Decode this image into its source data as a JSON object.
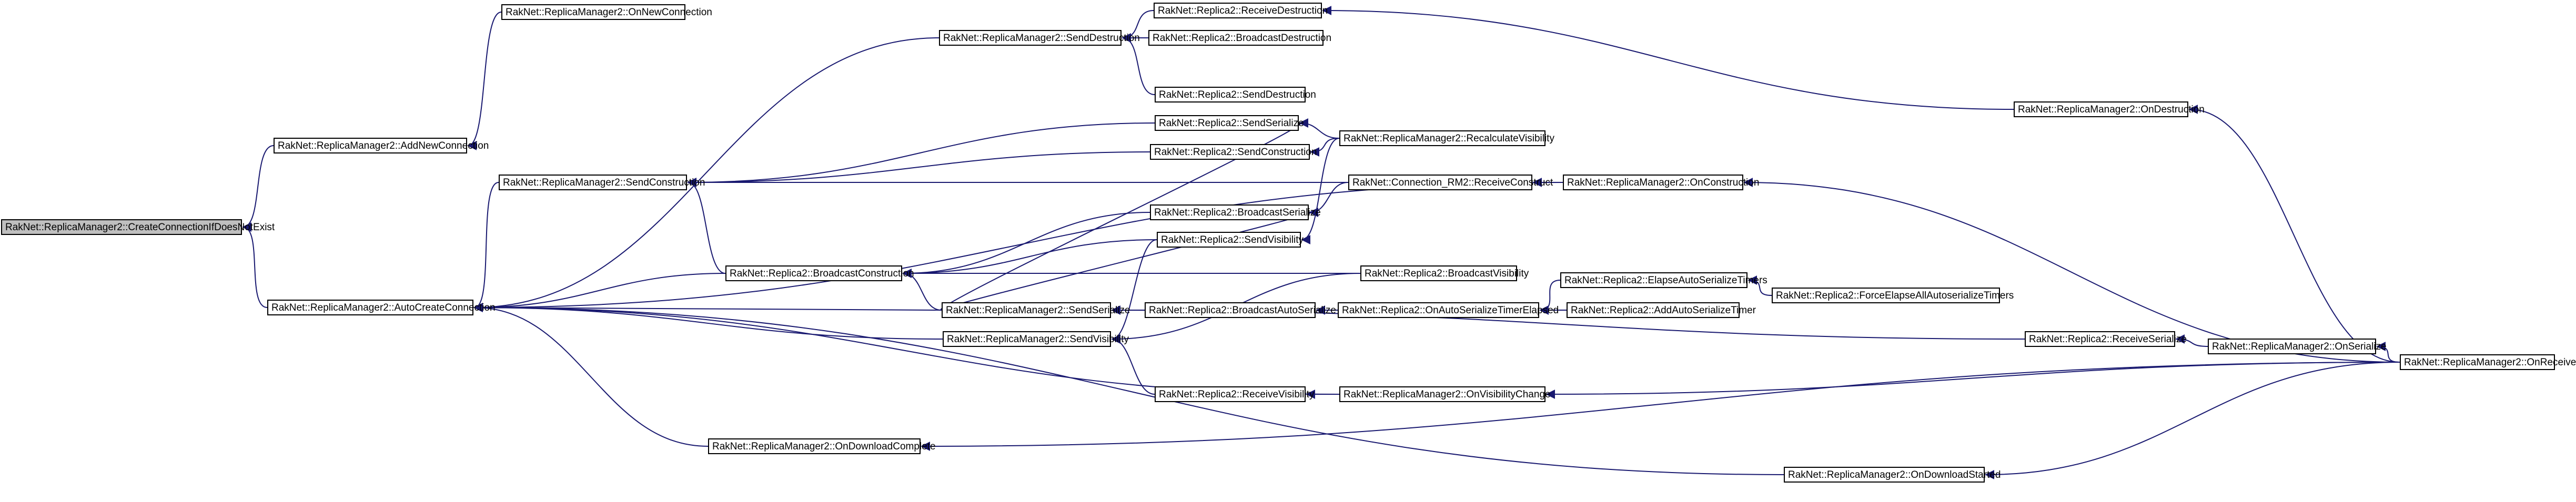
{
  "nodes": {
    "root": "RakNet::ReplicaManager2::CreateConnectionIfDoesNotExist",
    "on_new_connection": "RakNet::ReplicaManager2::OnNewConnection",
    "add_new_connection": "RakNet::ReplicaManager2::AddNewConnection",
    "auto_create_connection": "RakNet::ReplicaManager2::AutoCreateConnection",
    "send_destruction_rm2": "RakNet::ReplicaManager2::SendDestruction",
    "receive_destruction": "RakNet::Replica2::ReceiveDestruction",
    "broadcast_destruction": "RakNet::Replica2::BroadcastDestruction",
    "send_destruction_r2": "RakNet::Replica2::SendDestruction",
    "send_serialize_r2": "RakNet::Replica2::SendSerialize",
    "recalculate_visibility": "RakNet::ReplicaManager2::RecalculateVisibility",
    "send_construction_r2": "RakNet::Replica2::SendConstruction",
    "send_construction_rm2": "RakNet::ReplicaManager2::SendConstruction",
    "receive_construct": "RakNet::Connection_RM2::ReceiveConstruct",
    "on_construction": "RakNet::ReplicaManager2::OnConstruction",
    "on_destruction": "RakNet::ReplicaManager2::OnDestruction",
    "broadcast_serialize": "RakNet::Replica2::BroadcastSerialize",
    "send_visibility_r2": "RakNet::Replica2::SendVisibility",
    "broadcast_construction": "RakNet::Replica2::BroadcastConstruction",
    "broadcast_visibility": "RakNet::Replica2::BroadcastVisibility",
    "send_serialize_rm2": "RakNet::ReplicaManager2::SendSerialize",
    "broadcast_auto_serialize": "RakNet::Replica2::BroadcastAutoSerialize",
    "on_auto_serialize_timer_elapsed": "RakNet::Replica2::OnAutoSerializeTimerElapsed",
    "elapse_auto_serialize_timers": "RakNet::Replica2::ElapseAutoSerializeTimers",
    "add_auto_serialize_timer": "RakNet::Replica2::AddAutoSerializeTimer",
    "force_elapse_all": "RakNet::Replica2::ForceElapseAllAutoserializeTimers",
    "send_visibility_rm2": "RakNet::ReplicaManager2::SendVisibility",
    "receive_serialize": "RakNet::Replica2::ReceiveSerialize",
    "on_serialize": "RakNet::ReplicaManager2::OnSerialize",
    "on_receive": "RakNet::ReplicaManager2::OnReceive",
    "receive_visibility": "RakNet::Replica2::ReceiveVisibility",
    "on_visibility_change": "RakNet::ReplicaManager2::OnVisibilityChange",
    "on_download_complete": "RakNet::ReplicaManager2::OnDownloadComplete",
    "on_download_started": "RakNet::ReplicaManager2::OnDownloadStarted"
  },
  "edges": [
    [
      "add_new_connection",
      "on_new_connection"
    ],
    [
      "root",
      "add_new_connection"
    ],
    [
      "root",
      "auto_create_connection"
    ],
    [
      "auto_create_connection",
      "send_destruction_rm2"
    ],
    [
      "send_destruction_rm2",
      "receive_destruction"
    ],
    [
      "send_destruction_rm2",
      "broadcast_destruction"
    ],
    [
      "send_destruction_rm2",
      "send_destruction_r2"
    ],
    [
      "receive_destruction",
      "on_destruction"
    ],
    [
      "on_destruction",
      "on_receive"
    ],
    [
      "auto_create_connection",
      "on_construction"
    ],
    [
      "auto_create_connection",
      "send_construction_rm2"
    ],
    [
      "send_construction_rm2",
      "send_serialize_r2"
    ],
    [
      "send_construction_rm2",
      "send_construction_r2"
    ],
    [
      "send_construction_rm2",
      "receive_construct"
    ],
    [
      "send_construction_rm2",
      "broadcast_construction"
    ],
    [
      "send_serialize_r2",
      "recalculate_visibility"
    ],
    [
      "send_construction_r2",
      "recalculate_visibility"
    ],
    [
      "receive_construct",
      "on_construction"
    ],
    [
      "on_construction",
      "on_receive"
    ],
    [
      "broadcast_serialize",
      "receive_construct"
    ],
    [
      "auto_create_connection",
      "broadcast_construction"
    ],
    [
      "broadcast_construction",
      "broadcast_serialize"
    ],
    [
      "broadcast_construction",
      "send_visibility_r2"
    ],
    [
      "broadcast_construction",
      "broadcast_visibility"
    ],
    [
      "broadcast_construction",
      "send_serialize_rm2"
    ],
    [
      "broadcast_serialize",
      "send_serialize_rm2"
    ],
    [
      "send_serialize_r2",
      "send_serialize_rm2"
    ],
    [
      "send_serialize_rm2",
      "broadcast_auto_serialize"
    ],
    [
      "broadcast_auto_serialize",
      "on_auto_serialize_timer_elapsed"
    ],
    [
      "on_auto_serialize_timer_elapsed",
      "elapse_auto_serialize_timers"
    ],
    [
      "on_auto_serialize_timer_elapsed",
      "add_auto_serialize_timer"
    ],
    [
      "elapse_auto_serialize_timers",
      "force_elapse_all"
    ],
    [
      "send_serialize_rm2",
      "receive_serialize"
    ],
    [
      "receive_serialize",
      "on_serialize"
    ],
    [
      "on_serialize",
      "on_receive"
    ],
    [
      "auto_create_connection",
      "send_serialize_rm2"
    ],
    [
      "auto_create_connection",
      "send_visibility_rm2"
    ],
    [
      "send_visibility_rm2",
      "send_visibility_r2"
    ],
    [
      "send_visibility_rm2",
      "broadcast_visibility"
    ],
    [
      "send_visibility_r2",
      "recalculate_visibility"
    ],
    [
      "send_visibility_rm2",
      "receive_visibility"
    ],
    [
      "receive_visibility",
      "on_visibility_change"
    ],
    [
      "on_visibility_change",
      "on_receive"
    ],
    [
      "auto_create_connection",
      "on_visibility_change"
    ],
    [
      "auto_create_connection",
      "on_download_complete"
    ],
    [
      "on_download_complete",
      "on_receive"
    ],
    [
      "auto_create_connection",
      "on_download_started"
    ],
    [
      "on_download_started",
      "on_receive"
    ]
  ]
}
